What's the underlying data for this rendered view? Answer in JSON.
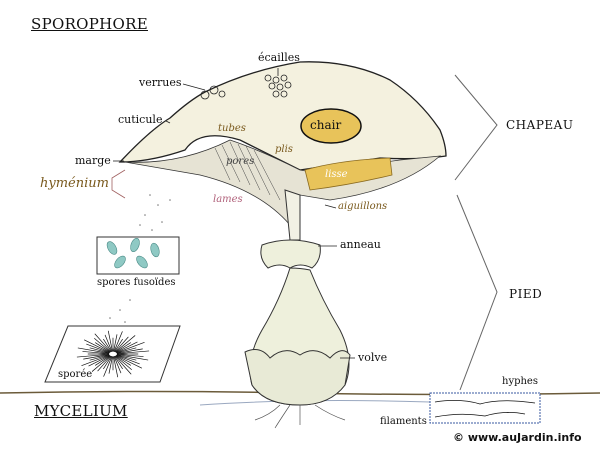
{
  "titles": {
    "sporophore": "SPOROPHORE",
    "mycelium": "MYCELIUM"
  },
  "parts": {
    "chapeau": "CHAPEAU",
    "pied": "PIED"
  },
  "labels": {
    "ecailles": "écailles",
    "verrues": "verrues",
    "cuticule": "cuticule",
    "marge": "marge",
    "hymenium": "hyménium",
    "tubes": "tubes",
    "chair": "chair",
    "plis": "plis",
    "pores": "pores",
    "lisse": "lisse",
    "aiguillons": "aiguillons",
    "lames": "lames",
    "anneau": "anneau",
    "spores_fusoides": "spores fusoïdes",
    "sporee": "sporée",
    "volve": "volve",
    "hyphes": "hyphes",
    "filaments": "filaments"
  },
  "copyright": "© www.auJardin.info",
  "colors": {
    "cap": "#f4f1df",
    "chair": "#e8c35a",
    "spores": "#8fc9c4",
    "hymenium_label": "#7a5a1e",
    "lames_label": "#b0607a",
    "hyphes_box": "#3a5aa0"
  }
}
